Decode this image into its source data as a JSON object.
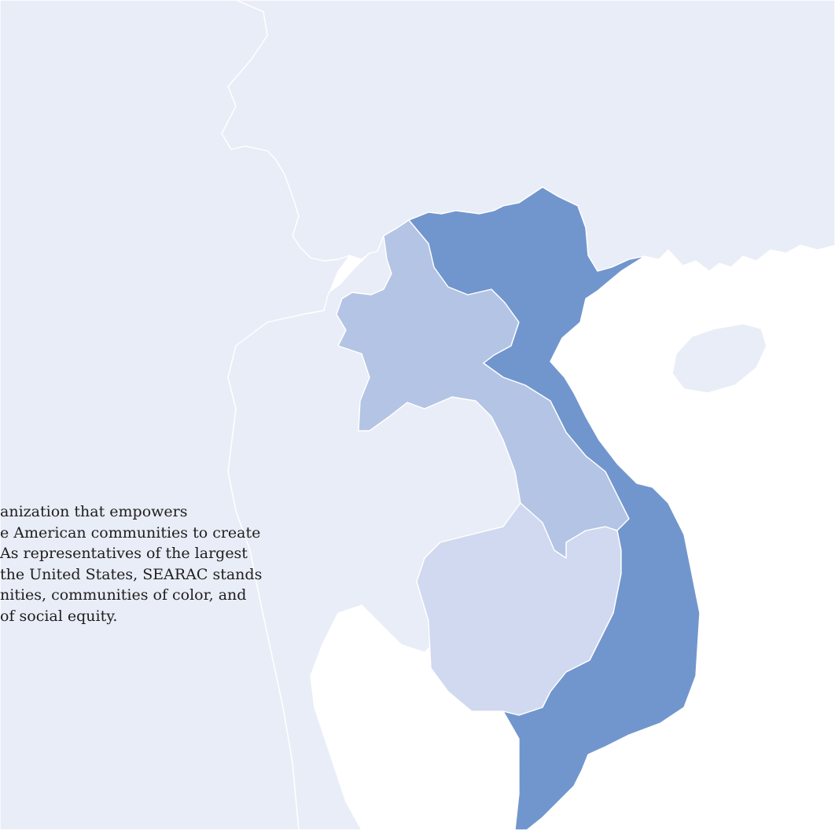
{
  "map": {
    "colors": {
      "background": "#ffffff",
      "surrounding_land": "#e9edf7",
      "vietnam": "#7196ce",
      "laos": "#b4c4e5",
      "cambodia": "#d0d9ef",
      "border_lines": "#ffffff"
    },
    "highlighted_countries": [
      "vietnam",
      "laos",
      "cambodia"
    ]
  },
  "mission_text": {
    "lines": [
      "anization that empowers",
      "e American communities to create",
      "As representatives of the largest",
      " the United States, SEARAC stands",
      "nities, communities of color, and",
      "of social equity."
    ]
  }
}
